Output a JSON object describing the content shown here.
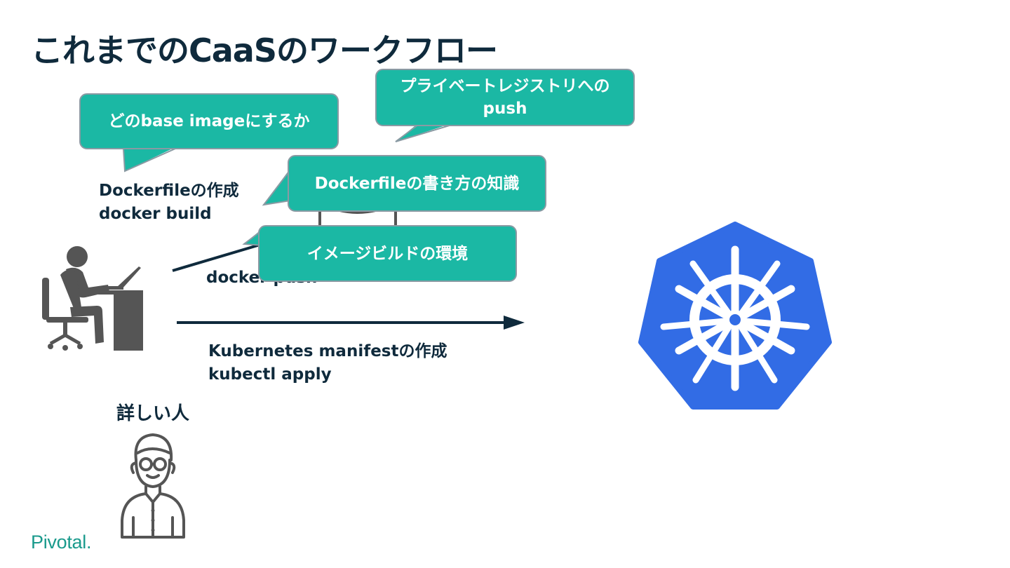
{
  "slide": {
    "title": "これまでのCaaSのワークフロー",
    "logo": "Pivotal."
  },
  "steps": {
    "build": {
      "line1": "Dockerfileの作成",
      "line2": "docker build"
    },
    "push": {
      "text": "docker push"
    },
    "deploy": {
      "line1": "Kubernetes manifestの作成",
      "line2": "kubectl apply"
    }
  },
  "bubbles": {
    "base_image": "どのbase imageにするか",
    "registry_line1": "プライベートレジストリへの",
    "registry_line2": "push",
    "dockerfile_knowledge": "Dockerfileの書き方の知識",
    "build_env": "イメージビルドの環境"
  },
  "people": {
    "expert_label": "詳しい人"
  },
  "icons": {
    "developer": "person-at-desk-icon",
    "expert": "expert-person-icon",
    "kubernetes": "kubernetes-helm-icon",
    "registry": "database-icon"
  },
  "colors": {
    "title": "#0f2a3c",
    "bubble": "#1bb8a4",
    "kubernetes": "#326ce5",
    "icon_gray": "#555555",
    "logo": "#1a9a8c"
  }
}
